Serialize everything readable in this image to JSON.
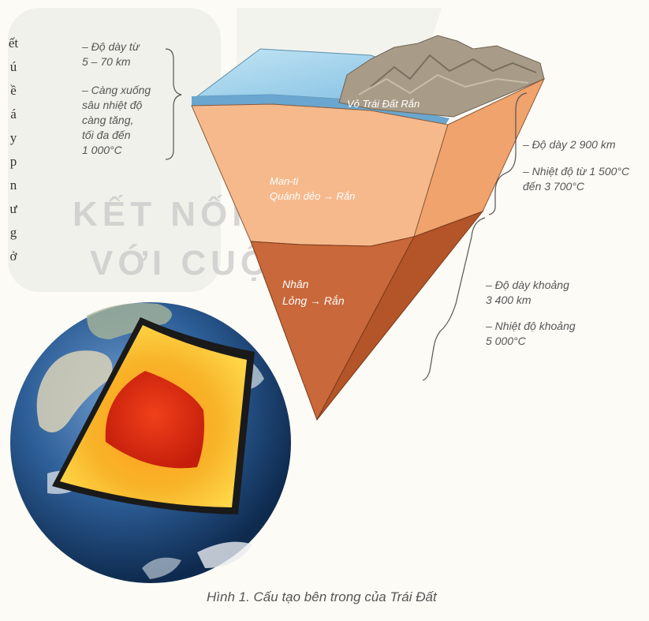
{
  "watermark": {
    "line1": "KẾT NỐI TRI THỨC",
    "line2": "VỚI CUỘC SỐNG"
  },
  "side_text": [
    "ết",
    "ú",
    "ề",
    "á",
    "y",
    "p",
    "n",
    "ư",
    "g",
    "ở"
  ],
  "crust": {
    "label": "Vỏ Trái Đất  Rắn",
    "thickness": "– Độ dày từ\n5 – 70 km",
    "temperature": "– Càng xuống\nsâu nhiệt độ\ncàng tăng,\ntối đa đến\n1 000°C"
  },
  "mantle": {
    "label_line1": "Man-ti",
    "label_line2": "Quánh dẻo → Rắn",
    "thickness": "– Độ dày 2 900 km",
    "temperature": "– Nhiệt độ từ 1 500°C\nđến 3 700°C"
  },
  "core": {
    "label_line1": "Nhân",
    "label_line2": "Lỏng → Rắn",
    "thickness": "– Độ dày khoảng\n3 400 km",
    "temperature": "– Nhiệt độ khoảng\n5 000°C"
  },
  "caption": "Hình 1. Cấu tạo bên trong của Trái Đất",
  "colors": {
    "ocean": "#8ecae8",
    "crust_rock": "#a89c88",
    "mantle_front": "#f6b98c",
    "mantle_side": "#f0a36c",
    "core_front": "#c9683a",
    "core_side": "#b35528",
    "globe_ocean": "#1f4f85",
    "inner_core": "#e32a12"
  }
}
